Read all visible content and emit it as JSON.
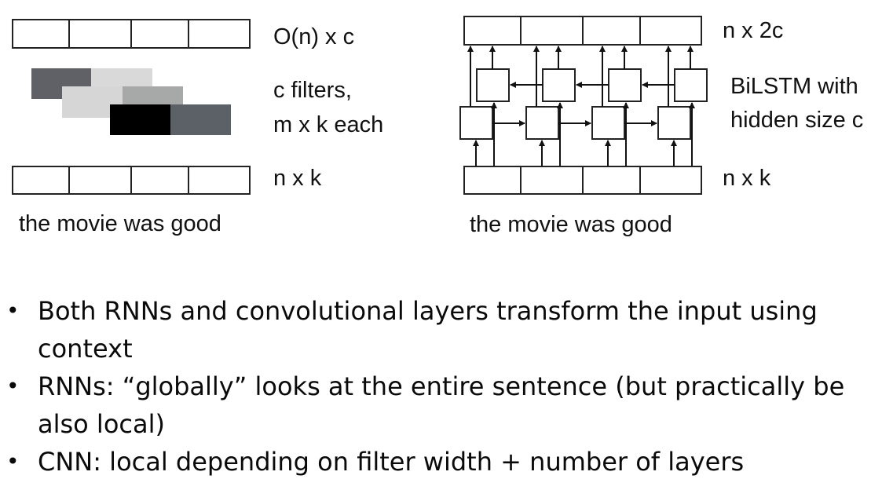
{
  "cnn": {
    "output_label": "O(n) x c",
    "filters_label_line1": "c filters,",
    "filters_label_line2": "m x k each",
    "input_label": "n x k",
    "sentence": "the movie was good",
    "filter_colors": [
      "#5f6166",
      "#d9d9d9",
      "#d6d6d6",
      "#a7a8a8",
      "#000000",
      "#5c6168"
    ]
  },
  "bilstm": {
    "output_label": "n x 2c",
    "label_line1": "BiLSTM with",
    "label_line2": "hidden size c",
    "input_label": "n x k",
    "sentence": "the movie was good"
  },
  "bullets": [
    {
      "line1": "Both RNNs and convolutional layers transform the input using",
      "line2": "context"
    },
    {
      "line1": "RNNs: “globally” looks at the entire sentence (but practically be",
      "line2": "also local)"
    },
    {
      "line1": "CNN: local depending on filter width + number of layers",
      "line2": ""
    }
  ]
}
